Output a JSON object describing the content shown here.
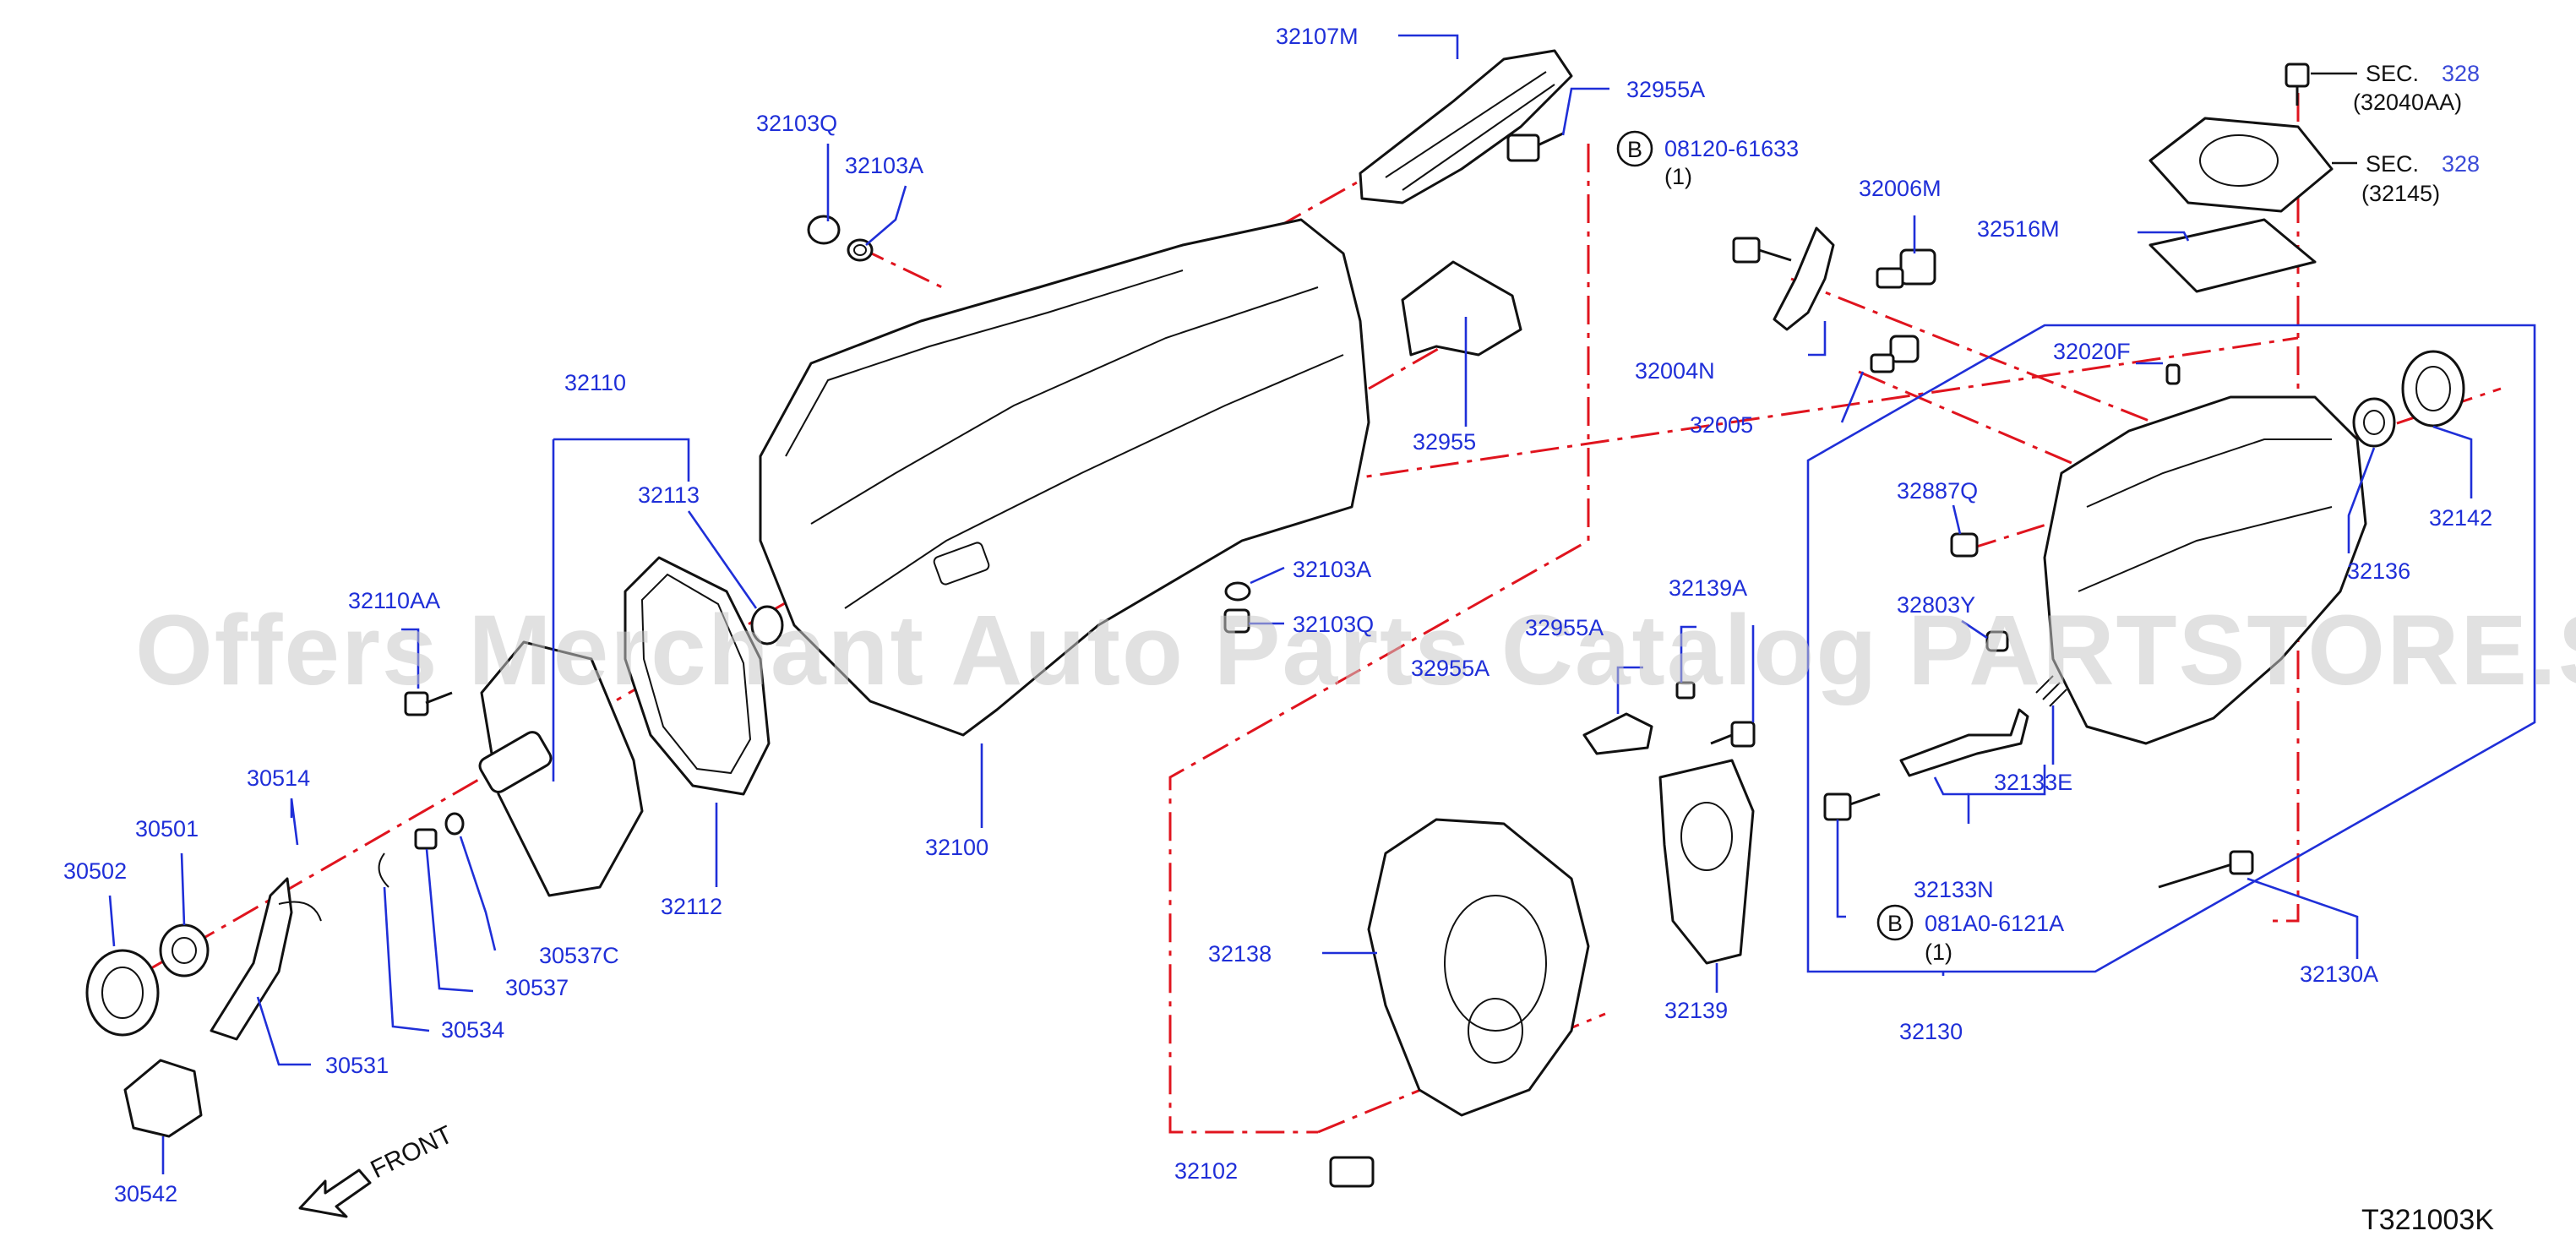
{
  "diagram": {
    "code": "T321003K",
    "watermark": "Offers Merchant Auto Parts Catalog PARTSTORE.SA",
    "front_label": "FRONT",
    "bolt_symbol": "B",
    "callouts": {
      "p32107M": "32107M",
      "p32955A_top": "32955A",
      "p32103Q_top": "32103Q",
      "p32103A_top": "32103A",
      "p08120": "08120-61633",
      "p08120_qty": "(1)",
      "p32006M": "32006M",
      "p32004N": "32004N",
      "p32005": "32005",
      "p32955": "32955",
      "p32110": "32110",
      "p32113": "32113",
      "p32110AA": "32110AA",
      "p32103A_mid": "32103A",
      "p32103Q_mid": "32103Q",
      "p32955A_mid": "32955A",
      "p32955A_mid2": "32955A",
      "p32139A": "32139A",
      "p30514": "30514",
      "p30501": "30501",
      "p30502": "30502",
      "p30537C": "30537C",
      "p30537": "30537",
      "p30534": "30534",
      "p30531": "30531",
      "p30542": "30542",
      "p32112": "32112",
      "p32100": "32100",
      "p32138": "32138",
      "p32102": "32102",
      "p32139": "32139",
      "p32020F": "32020F",
      "p32887Q": "32887Q",
      "p32803Y": "32803Y",
      "p32133E": "32133E",
      "p32133N": "32133N",
      "p081A0": "081A0-6121A",
      "p081A0_qty": "(1)",
      "p32130": "32130",
      "p32130A": "32130A",
      "p32136": "32136",
      "p32142": "32142",
      "p32516M": "32516M"
    },
    "sec_refs": {
      "ref1_label": "SEC.",
      "ref1_num": "328",
      "ref1_part": "(32040AA)",
      "ref2_label": "SEC.",
      "ref2_num": "328",
      "ref2_part": "(32145)"
    },
    "colors": {
      "callout_blue": "#1f2fd8",
      "centerline_red": "#e0141e",
      "outline": "#111111"
    }
  }
}
